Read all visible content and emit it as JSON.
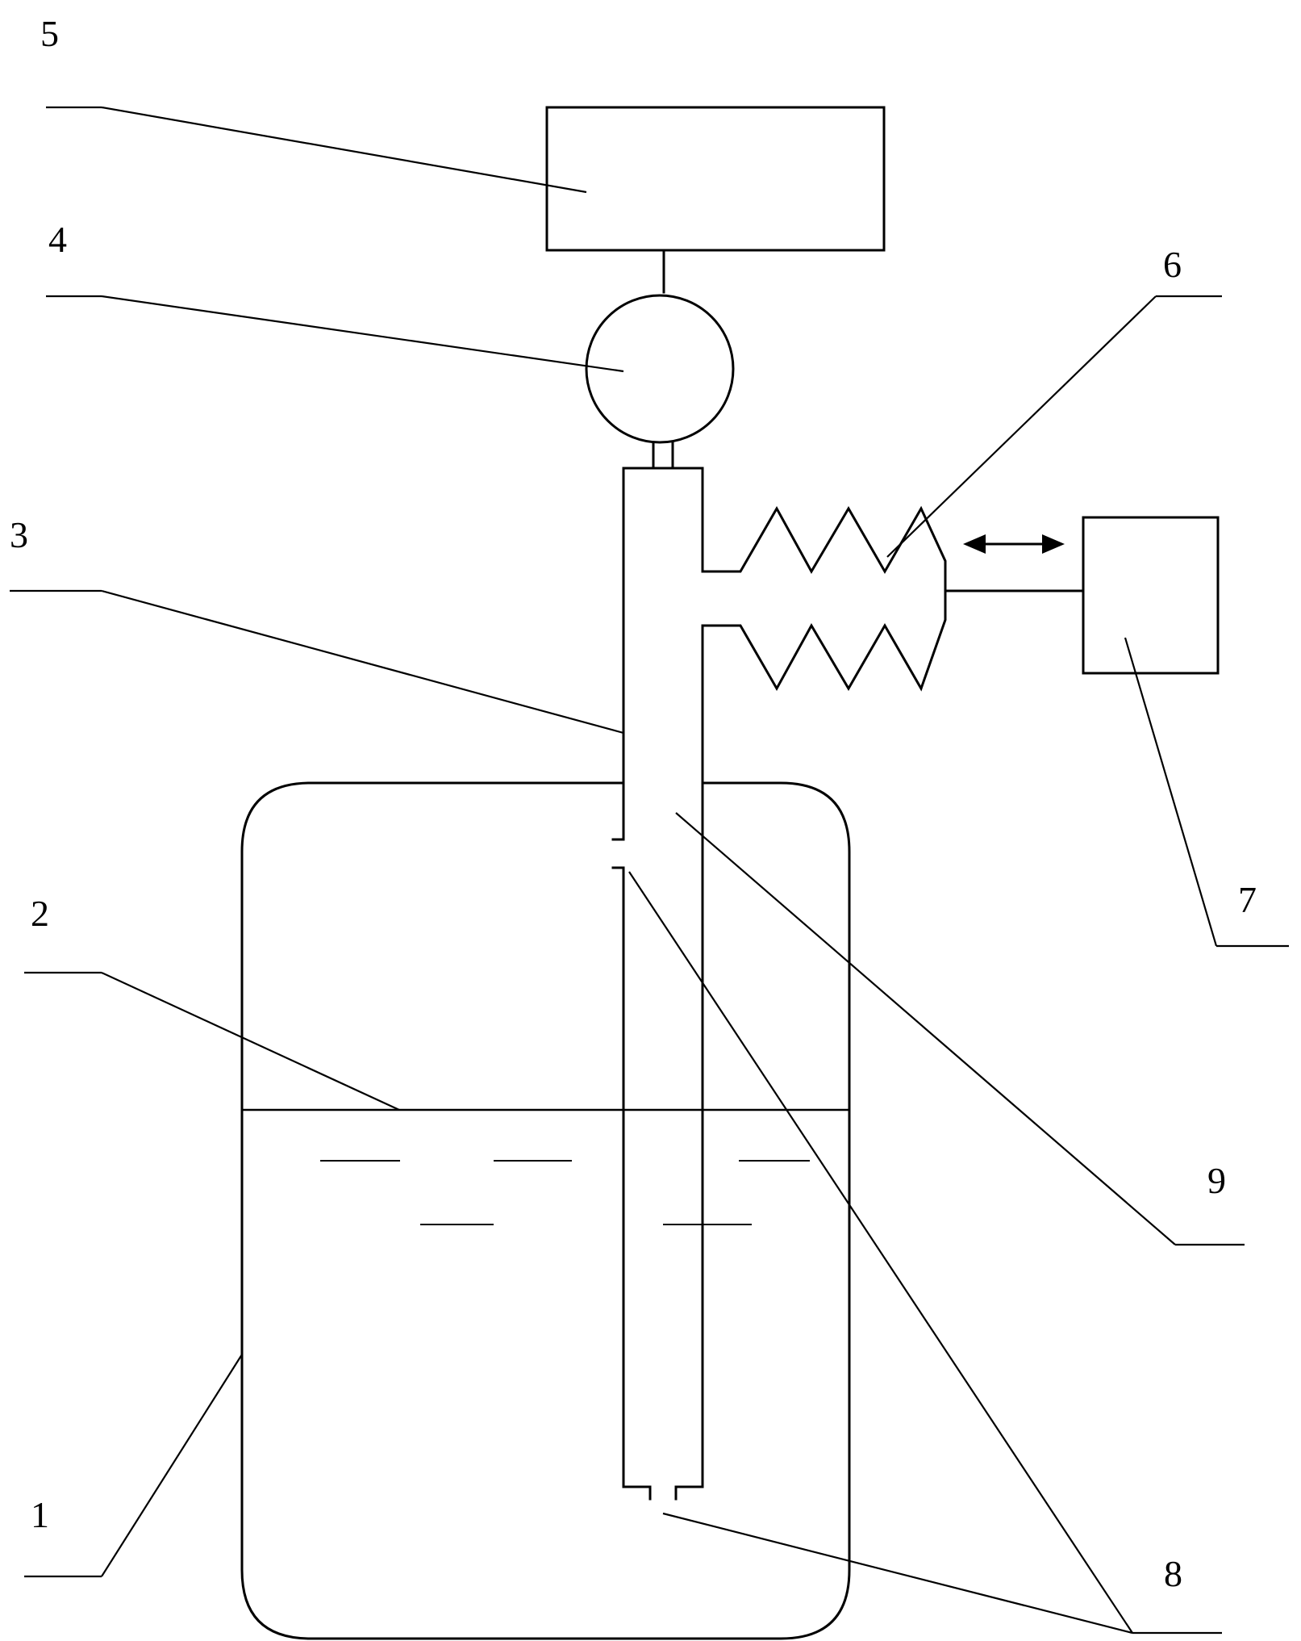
{
  "labels": {
    "l1": "1",
    "l2": "2",
    "l3": "3",
    "l4": "4",
    "l5": "5",
    "l6": "6",
    "l7": "7",
    "l8": "8",
    "l9": "9"
  },
  "colors": {
    "stroke": "#000000",
    "background": "#ffffff"
  }
}
